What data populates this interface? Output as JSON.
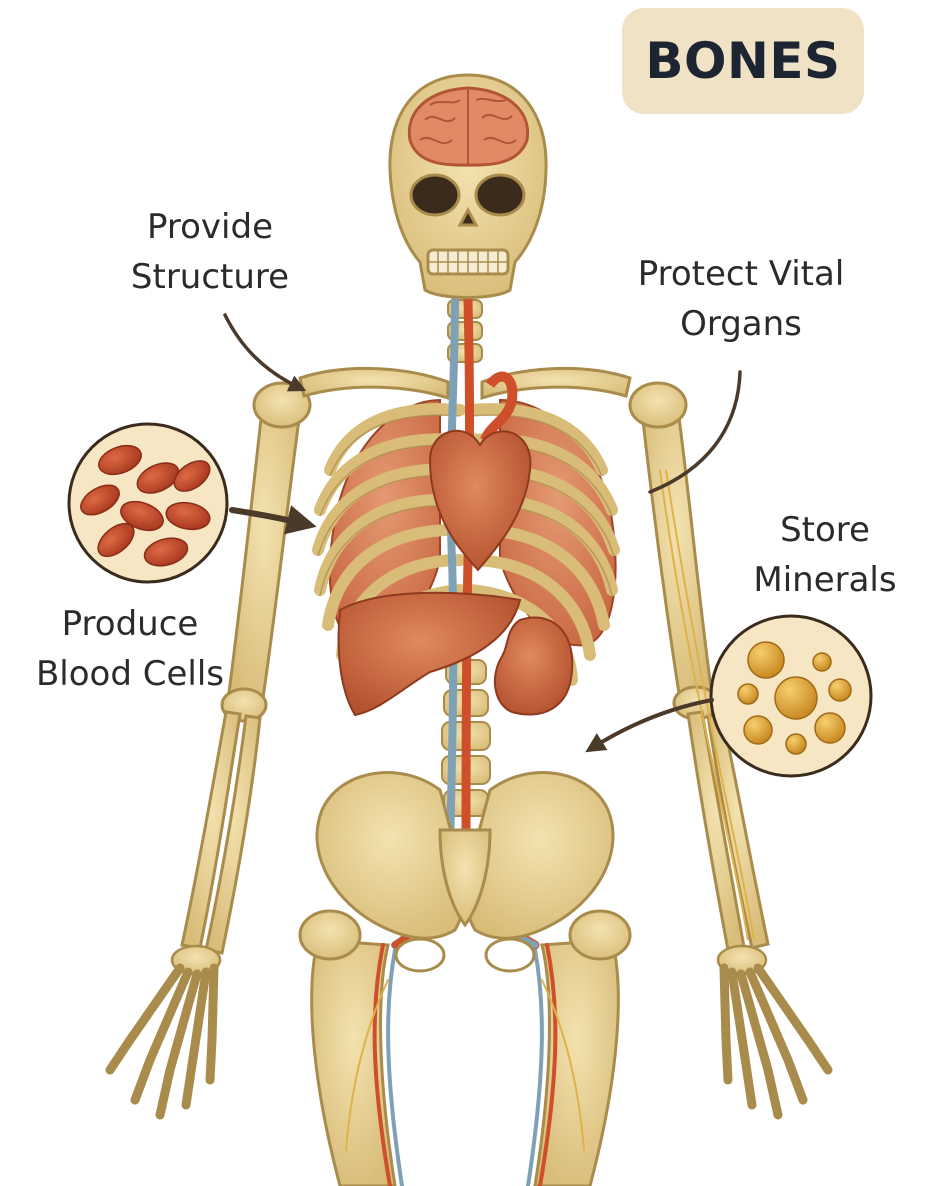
{
  "title": "BONES",
  "labels": {
    "structure": [
      "Provide",
      "Structure"
    ],
    "protect": [
      "Protect Vital",
      "Organs"
    ],
    "minerals": [
      "Store",
      "Minerals"
    ],
    "blood": [
      "Produce",
      "Blood Cells"
    ]
  },
  "colors": {
    "bone": "#e6cf92",
    "bone_outline": "#a98b4c",
    "organ": "#c75a35",
    "artery": "#cf4f2a",
    "vein": "#7fa1b5",
    "nerve": "#e0b24a",
    "badge": "#f0e2c4"
  },
  "icons": [
    "blood-cells-inset-icon",
    "minerals-inset-icon",
    "brain-icon",
    "heart-icon"
  ]
}
